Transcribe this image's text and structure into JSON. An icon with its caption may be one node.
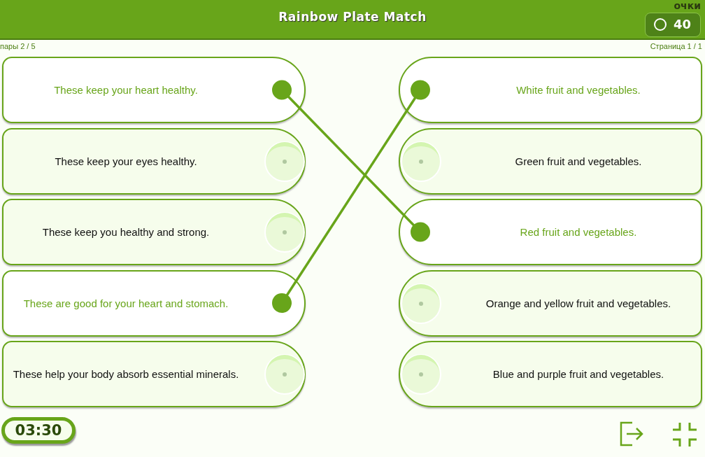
{
  "diagram": {
    "title": "Rainbow Plate Match",
    "nodes": [
      {
        "text": [
          "These keep your heart healthy."
        ]
      },
      {
        "text": [
          "These keep your eyes healthy."
        ]
      },
      {
        "text": [
          "These keep you healthy and strong."
        ]
      },
      {
        "text": [
          "These are good for your heart and stomach."
        ]
      },
      {
        "text": [
          "These help your body absorb essential minerals."
        ]
      },
      {
        "text": [
          "White fruit and vegetables."
        ]
      },
      {
        "text": [
          "Green fruit and vegetables."
        ]
      },
      {
        "text": [
          "Red fruit and vegetables."
        ]
      },
      {
        "text": [
          "Orange and yellow fruit and vegetables."
        ]
      },
      {
        "text": [
          "Blue and purple fruit and vegetables."
        ]
      }
    ],
    "edges": [
      {
        "from": 0,
        "to": 7,
        "arrow": "other"
      },
      {
        "from": 3,
        "to": 5,
        "arrow": "other"
      }
    ],
    "labels": [
      "очки",
      "40",
      "пары 2 / 5",
      "Страница 1 / 1",
      "03:30"
    ]
  }
}
